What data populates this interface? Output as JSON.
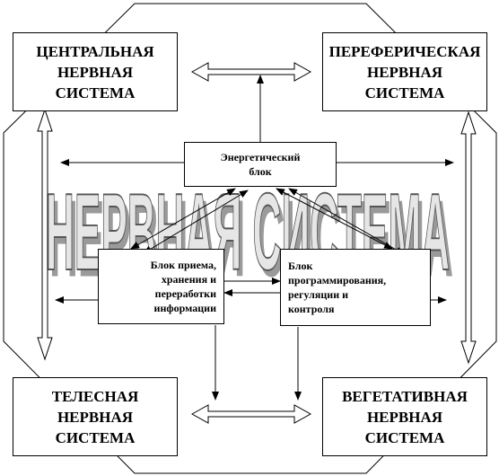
{
  "diagram": {
    "watermark_text": "НЕРВНАЯ СИСТЕМА",
    "boxes": {
      "central": "ЦЕНТРАЛЬНАЯ\nНЕРВНАЯ\nСИСТЕМА",
      "peripheral": "ПЕРЕФЕРИЧЕСКАЯ\nНЕРВНАЯ\nСИСТЕМА",
      "somatic": "ТЕЛЕСНАЯ\nНЕРВНАЯ\nСИСТЕМА",
      "vegetative": "ВЕГЕТАТИВНАЯ\nНЕРВНАЯ\nСИСТЕМА",
      "energy": "Энергетический\nблок",
      "reception": "Блок приема,\nхранения и\nпереработки\nинформации",
      "programming": "Блок\nпрограммирования,\nрегуляции и\nконтроля"
    }
  }
}
